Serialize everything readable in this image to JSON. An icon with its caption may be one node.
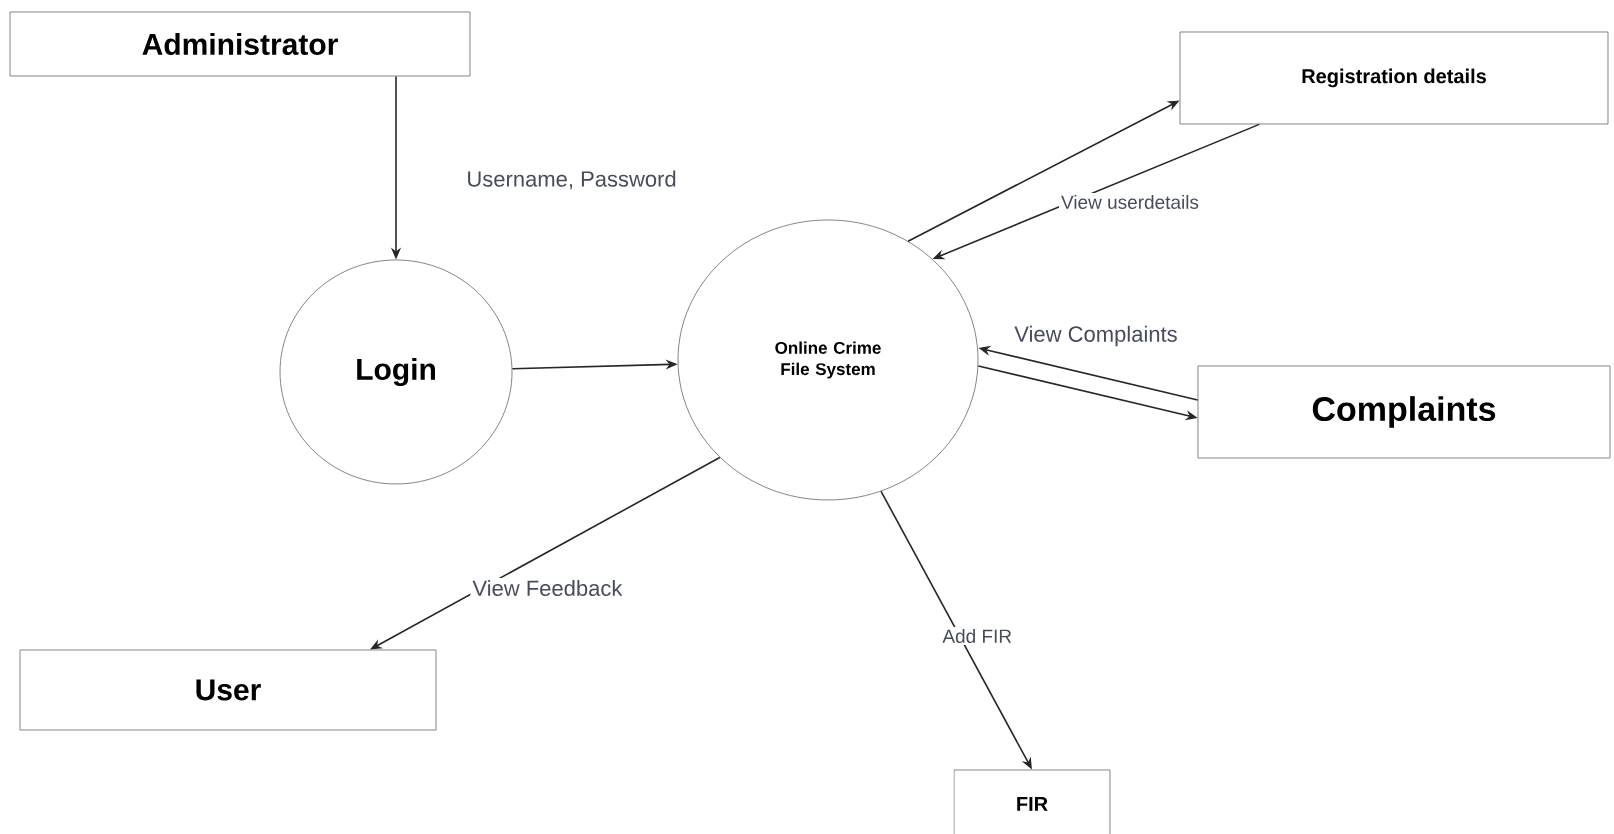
{
  "diagram": {
    "nodes": [
      {
        "text": [
          "Administrator"
        ]
      },
      {
        "text": [
          "Login"
        ]
      },
      {
        "text": [
          "Online Crime File System"
        ]
      },
      {
        "text": [
          "Registration details"
        ]
      },
      {
        "text": [
          "Complaints"
        ]
      },
      {
        "text": [
          "User"
        ]
      },
      {
        "text": [
          "FIR"
        ]
      }
    ],
    "edges": [
      {
        "from": 0,
        "to": 1,
        "arrow": "to",
        "label": "Username, Password"
      },
      {
        "from": 1,
        "to": 2,
        "arrow": "to"
      },
      {
        "from": 2,
        "to": 3,
        "arrow": "to"
      },
      {
        "from": 3,
        "to": 2,
        "arrow": "to",
        "label": "View userdetails"
      },
      {
        "from": 4,
        "to": 2,
        "arrow": "to",
        "label": "View Complaints"
      },
      {
        "from": 2,
        "to": 4,
        "arrow": "to"
      },
      {
        "from": 2,
        "to": 5,
        "arrow": "to",
        "label": "View Feedback"
      },
      {
        "from": 2,
        "to": 6,
        "arrow": "to",
        "label": "Add FIR"
      }
    ]
  }
}
